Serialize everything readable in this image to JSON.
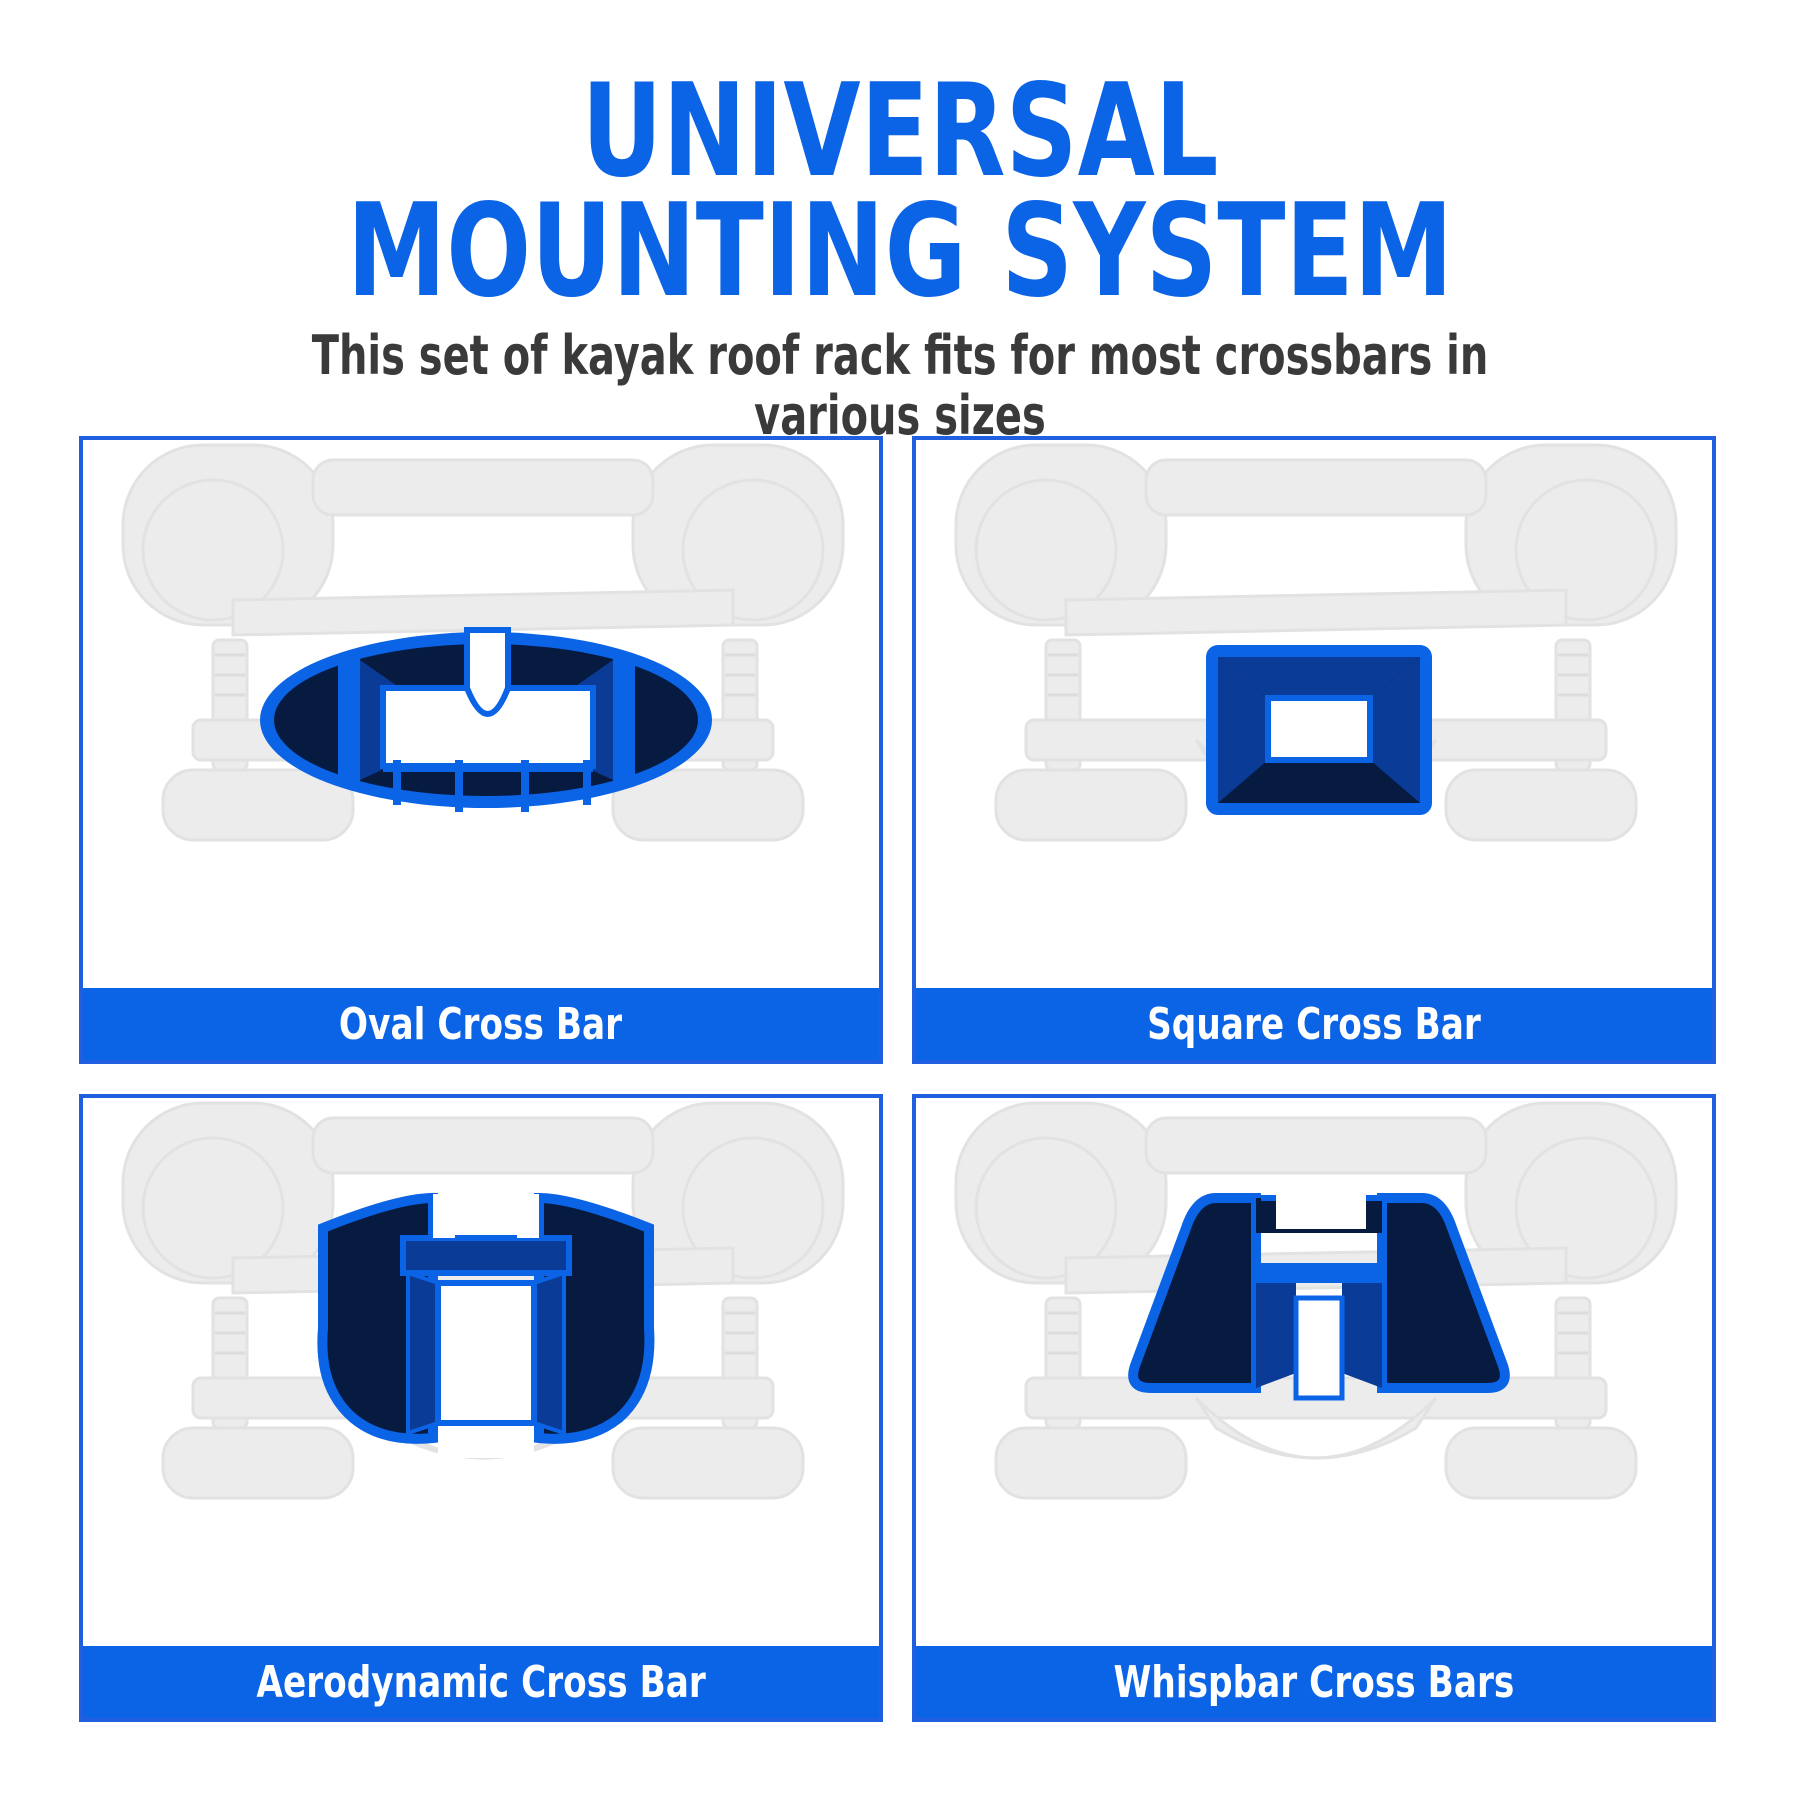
{
  "header": {
    "title_line1": "UNIVERSAL",
    "title_line2": "MOUNTING SYSTEM",
    "subtitle": "This set of kayak roof rack fits for most crossbars in various sizes"
  },
  "cards": [
    {
      "label": "Oval Cross Bar",
      "icon": "oval-crossbar-profile-icon"
    },
    {
      "label": "Square Cross Bar",
      "icon": "square-crossbar-profile-icon"
    },
    {
      "label": "Aerodynamic Cross Bar",
      "icon": "aerodynamic-crossbar-profile-icon"
    },
    {
      "label": "Whispbar Cross Bars",
      "icon": "whispbar-crossbar-profile-icon"
    }
  ],
  "colors": {
    "brand_blue": "#0b63e6",
    "profile_dark": "#071a40",
    "profile_mid": "#0a3b96",
    "subtitle_gray": "#3a3a3a",
    "bracket_gray": "#e9e9e9"
  }
}
